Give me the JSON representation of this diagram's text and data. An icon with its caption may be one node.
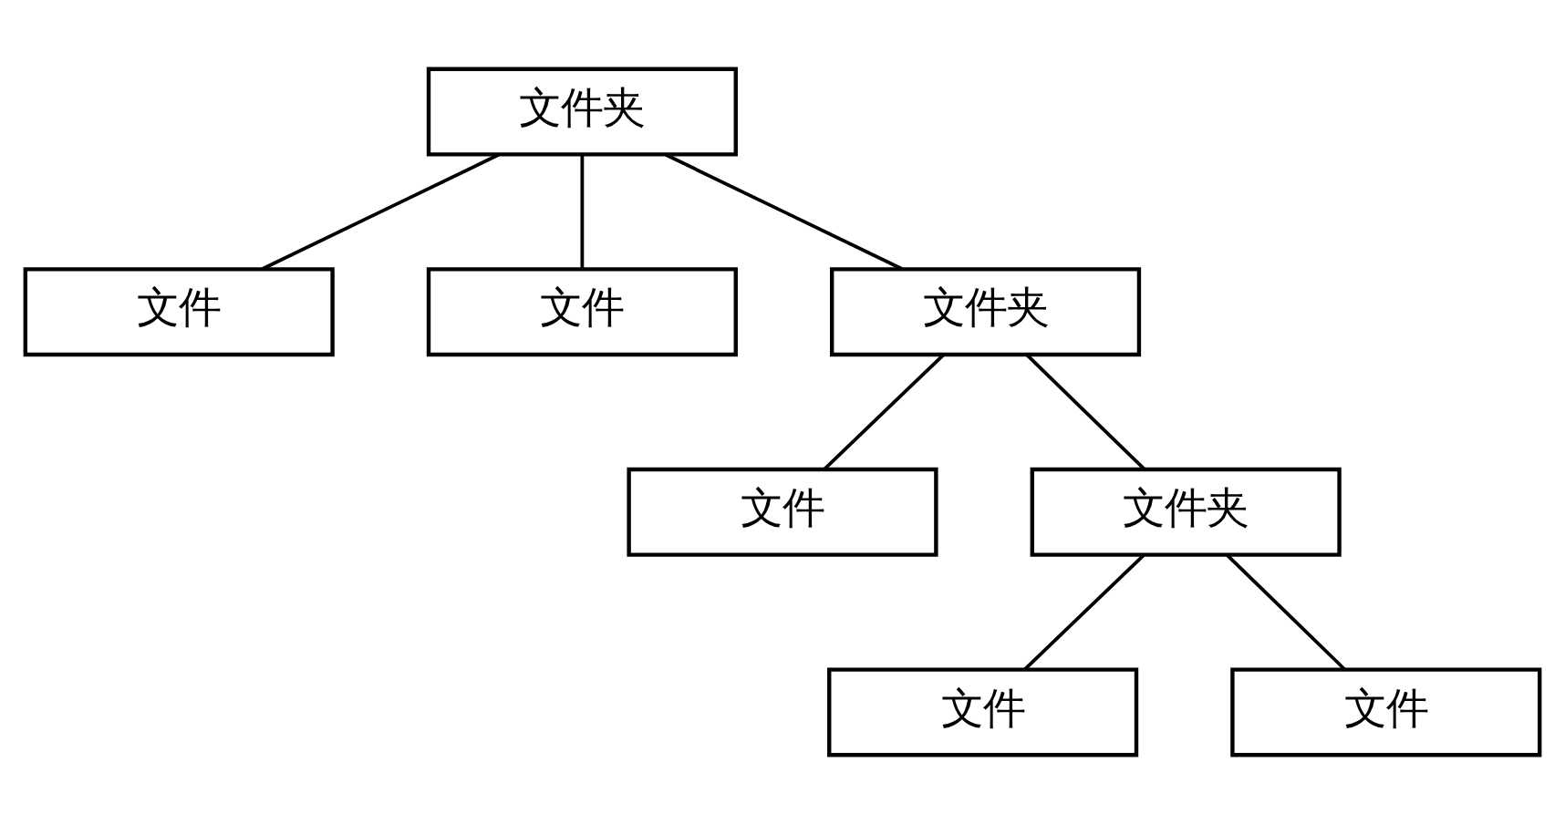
{
  "diagram": {
    "nodes": [
      {
        "text": [
          "文件夹"
        ]
      },
      {
        "text": [
          "文件"
        ]
      },
      {
        "text": [
          "文件"
        ]
      },
      {
        "text": [
          "文件夹"
        ]
      },
      {
        "text": [
          "文件"
        ]
      },
      {
        "text": [
          "文件夹"
        ]
      },
      {
        "text": [
          "文件"
        ]
      },
      {
        "text": [
          "文件"
        ]
      }
    ],
    "edges": [
      {
        "from": 0,
        "to": 1,
        "arrow": "none"
      },
      {
        "from": 0,
        "to": 2,
        "arrow": "none"
      },
      {
        "from": 0,
        "to": 3,
        "arrow": "none"
      },
      {
        "from": 3,
        "to": 4,
        "arrow": "none"
      },
      {
        "from": 3,
        "to": 5,
        "arrow": "none"
      },
      {
        "from": 5,
        "to": 6,
        "arrow": "none"
      },
      {
        "from": 5,
        "to": 7,
        "arrow": "none"
      }
    ]
  }
}
